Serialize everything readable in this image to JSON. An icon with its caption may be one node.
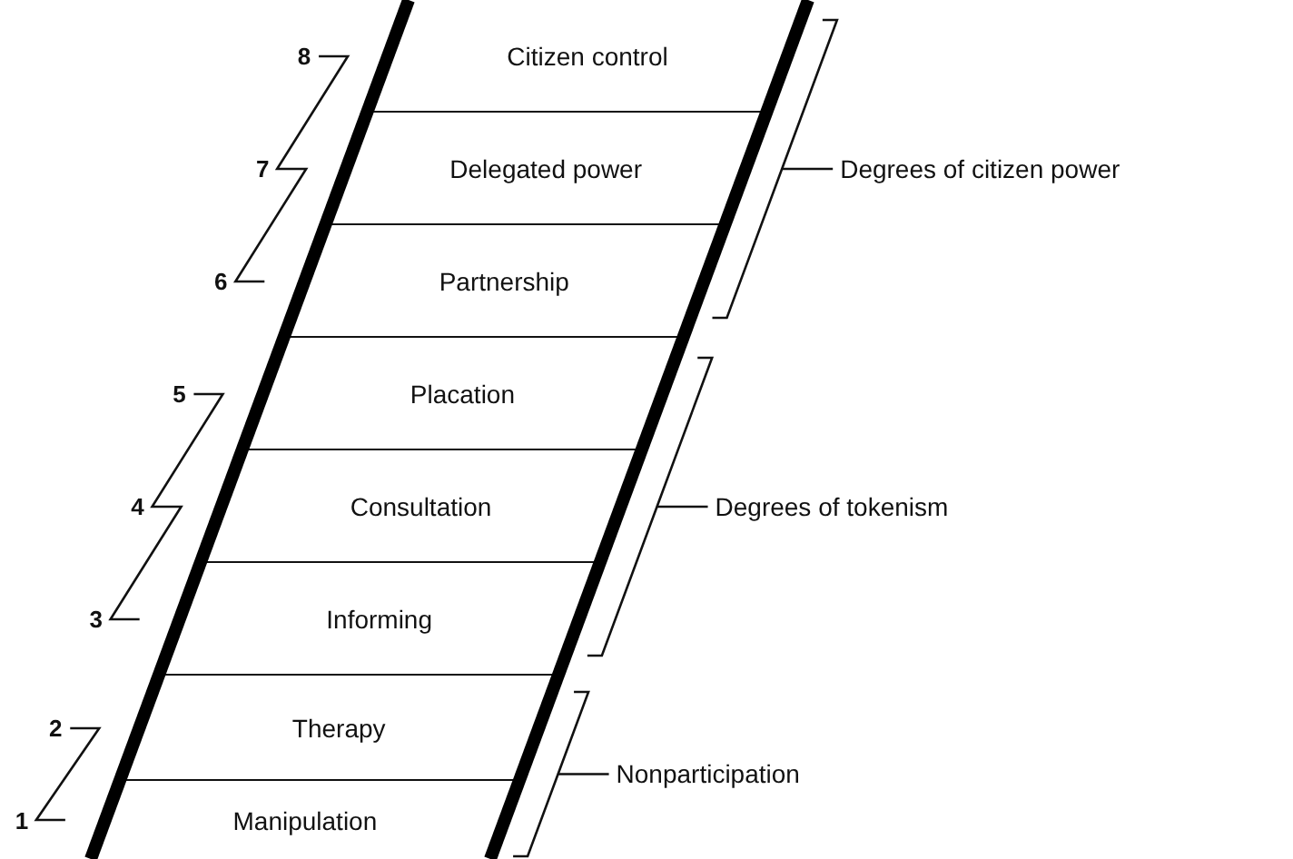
{
  "diagram": {
    "nodes": [
      {
        "text": [
          "Citizen control"
        ],
        "beside": [
          "8"
        ]
      },
      {
        "text": [
          "Delegated power"
        ],
        "beside": [
          "7"
        ]
      },
      {
        "text": [
          "Partnership"
        ],
        "beside": [
          "6"
        ]
      },
      {
        "text": [
          "Placation"
        ],
        "beside": [
          "5"
        ]
      },
      {
        "text": [
          "Consultation"
        ],
        "beside": [
          "4"
        ]
      },
      {
        "text": [
          "Informing"
        ],
        "beside": [
          "3"
        ]
      },
      {
        "text": [
          "Therapy"
        ],
        "beside": [
          "2"
        ]
      },
      {
        "text": [
          "Manipulation"
        ],
        "beside": [
          "1"
        ]
      }
    ],
    "labels": [
      "Degrees of citizen power",
      "Degrees of tokenism",
      "Nonparticipation"
    ]
  }
}
